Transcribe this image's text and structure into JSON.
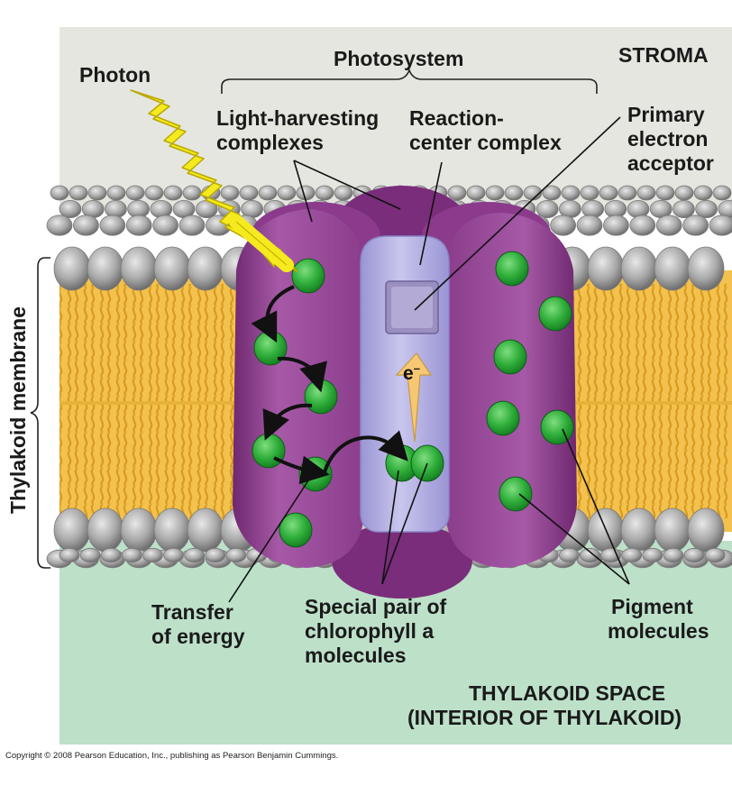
{
  "labels": {
    "photon": "Photon",
    "photosystem": "Photosystem",
    "stroma": "STROMA",
    "light_harvesting": [
      "Light-harvesting",
      "complexes"
    ],
    "reaction_center": [
      "Reaction-",
      "center complex"
    ],
    "primary_acceptor": [
      "Primary",
      "electron",
      "acceptor"
    ],
    "thylakoid_membrane": "Thylakoid membrane",
    "electron_symbol": "e",
    "electron_charge": "–",
    "transfer_energy": [
      "Transfer",
      "of energy"
    ],
    "special_pair": [
      "Special pair of",
      "chlorophyll a",
      "molecules"
    ],
    "pigment": [
      "Pigment",
      "molecules"
    ],
    "thylakoid_space": [
      "THYLAKOID SPACE",
      "(INTERIOR OF THYLAKOID)"
    ]
  },
  "copyright": "Copyright © 2008 Pearson Education, Inc., publishing as Pearson Benjamin Cummings.",
  "colors": {
    "stroma": "#e6e6e0",
    "thylakoid_space": "#bde0c9",
    "lipid_head": "#a8a8a8",
    "lipid_tail": "#f2c14e",
    "protein": "#9b4a9b",
    "protein_dark": "#7a2d7a",
    "reaction_center": "#b7b3e3",
    "chlorophyll": "#2fae3a",
    "photon": "#f5ea1e",
    "electron_arrow": "#f7c873"
  }
}
